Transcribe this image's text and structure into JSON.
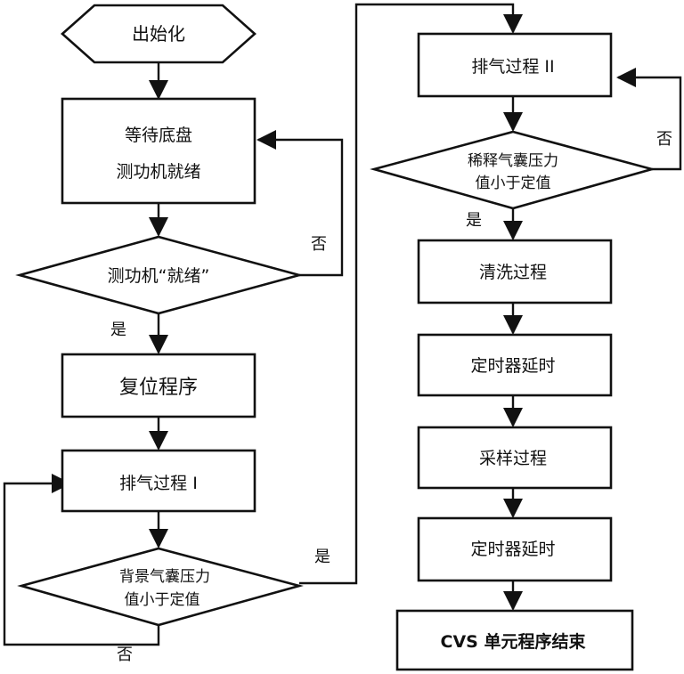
{
  "nodes": {
    "init": "出始化",
    "wait_l1": "等待底盘",
    "wait_l2": "测功机就绪",
    "dyno_ready": "测功机“就绪”",
    "reset": "复位程序",
    "exhaust1": "排气过程 I",
    "bg_l1": "背景气囊压力",
    "bg_l2": "值小于定值",
    "exhaust2": "排气过程 II",
    "dil_l1": "稀释气囊压力",
    "dil_l2": "值小于定值",
    "clean": "清洗过程",
    "timer1": "定时器延时",
    "sample": "采样过程",
    "timer2": "定时器延时",
    "end": "CVS 单元程序结束"
  },
  "labels": {
    "no_dyno": "否",
    "yes_dyno": "是",
    "yes_bg": "是",
    "no_bg": "否",
    "no_dil": "否",
    "yes_dil": "是"
  }
}
